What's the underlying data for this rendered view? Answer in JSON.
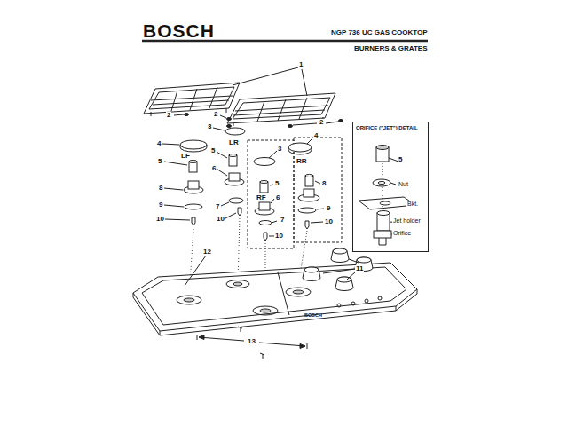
{
  "diagram": {
    "title": "NGP 736 UC GAS COOKTOP",
    "nodes": [
      {
        "text": [
          "ORIFICE (\"JET\") DETAIL",
          "5",
          "Nut",
          "Bkt.",
          "Jet holder",
          "Orifice"
        ]
      }
    ],
    "labels": [
      "BOSCH",
      "BURNERS & GRATES",
      "1",
      "2",
      "2",
      "2",
      "3",
      "3",
      "4",
      "4",
      "LR",
      "LF",
      "RR",
      "RF",
      "5",
      "5",
      "5",
      "6",
      "6",
      "8",
      "8",
      "9",
      "9",
      "7",
      "7",
      "10",
      "10",
      "10",
      "10",
      "11",
      "12",
      "13",
      "BOSCH"
    ]
  }
}
